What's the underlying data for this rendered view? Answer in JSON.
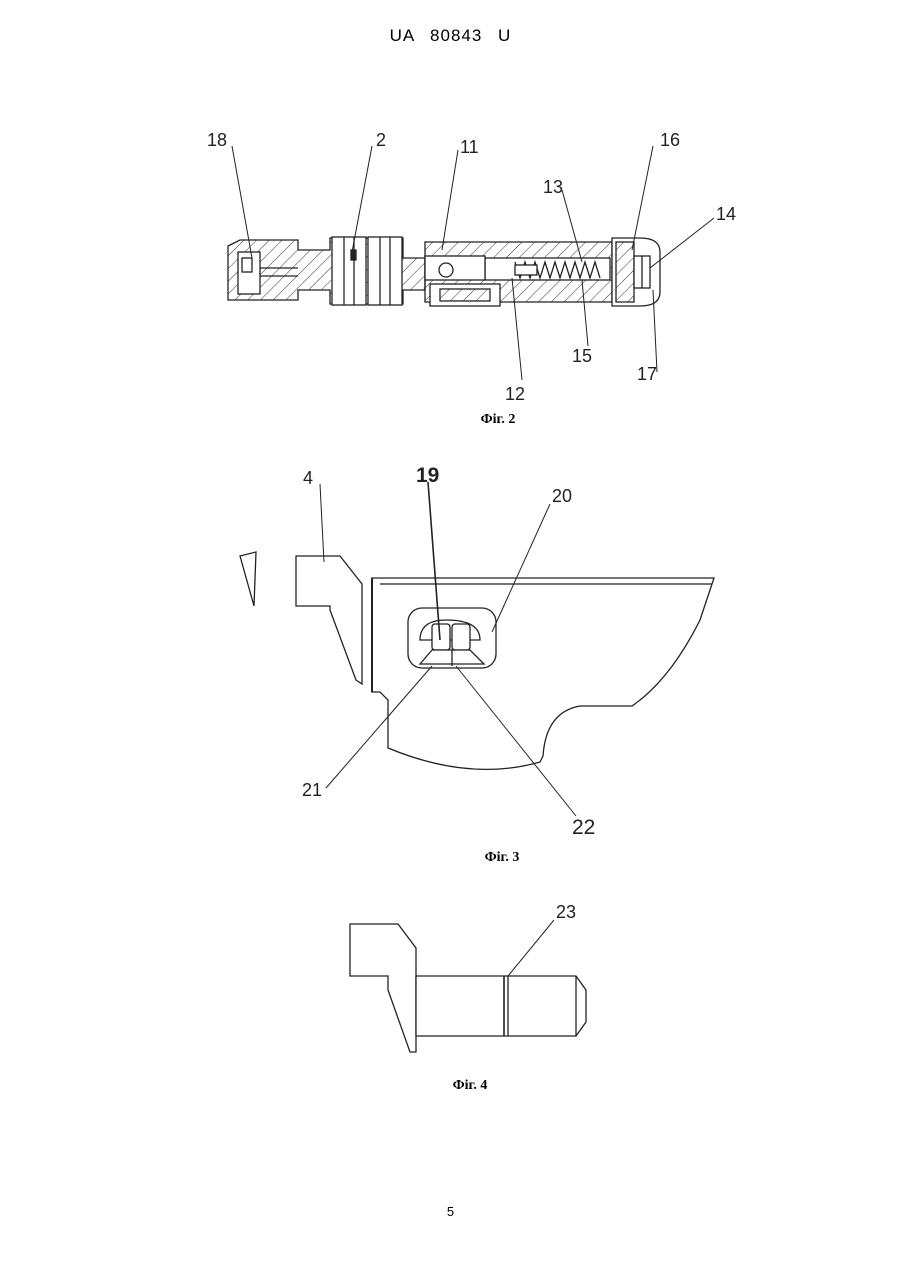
{
  "header": {
    "patent": "UA   80843   U"
  },
  "figures": [
    {
      "caption": "Фіг. 2",
      "labels": [
        "18",
        "2",
        "11",
        "13",
        "16",
        "14",
        "15",
        "17",
        "12"
      ]
    },
    {
      "caption": "Фіг. 3",
      "labels": [
        "19",
        "4",
        "20",
        "21",
        "22"
      ]
    },
    {
      "caption": "Фіг. 4",
      "labels": [
        "23"
      ]
    }
  ],
  "footer": {
    "page": "5"
  }
}
